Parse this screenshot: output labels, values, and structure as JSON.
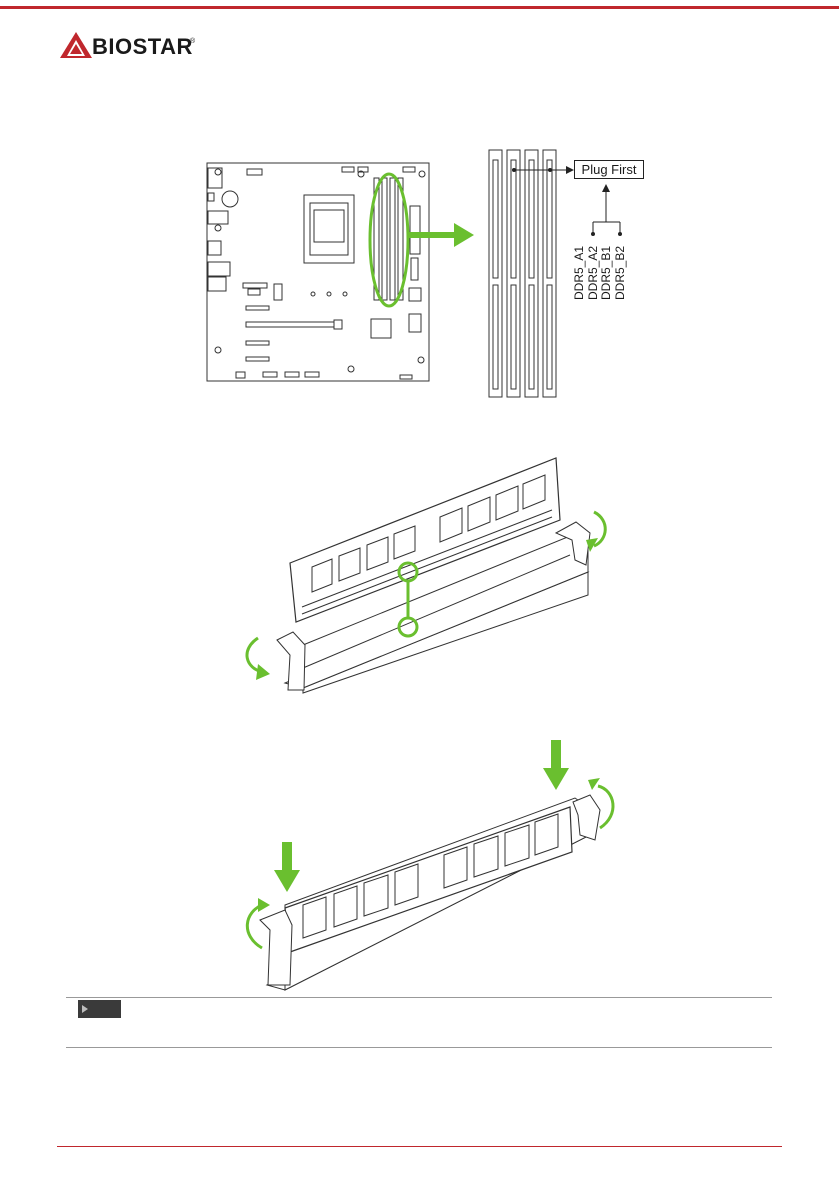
{
  "header": {
    "brand": "BIOSTAR",
    "brand_mark": "®",
    "brand_color": "#c0272d"
  },
  "dimm_diagram": {
    "plug_first_label": "Plug First",
    "slot_labels": [
      "DDR5_A1",
      "DDR5_A2",
      "DDR5_B1",
      "DDR5_B2"
    ],
    "highlight_color": "#6abf2f"
  },
  "note": {
    "tag_icon": "triangle-right-icon"
  }
}
